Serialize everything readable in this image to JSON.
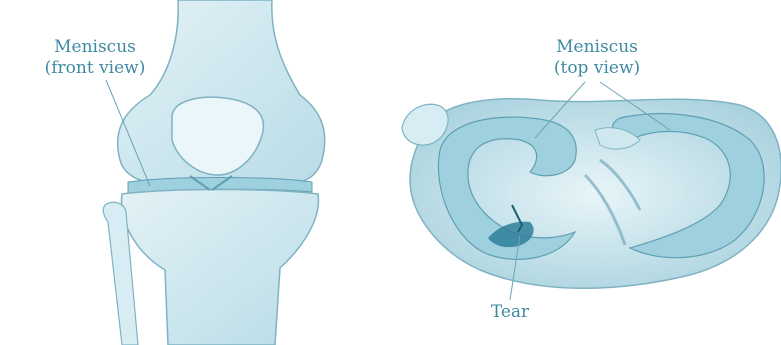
{
  "labels": {
    "front_title": "Meniscus",
    "front_subtitle": "(front view)",
    "top_title": "Meniscus",
    "top_subtitle": "(top view)",
    "tear": "Tear"
  },
  "colors": {
    "label_text": "#3f8aa3",
    "bone_fill": "#cfe8ef",
    "bone_stroke": "#7fb3c4",
    "meniscus_fill": "#9fd0de",
    "tear_fill": "#2f7f9a"
  }
}
